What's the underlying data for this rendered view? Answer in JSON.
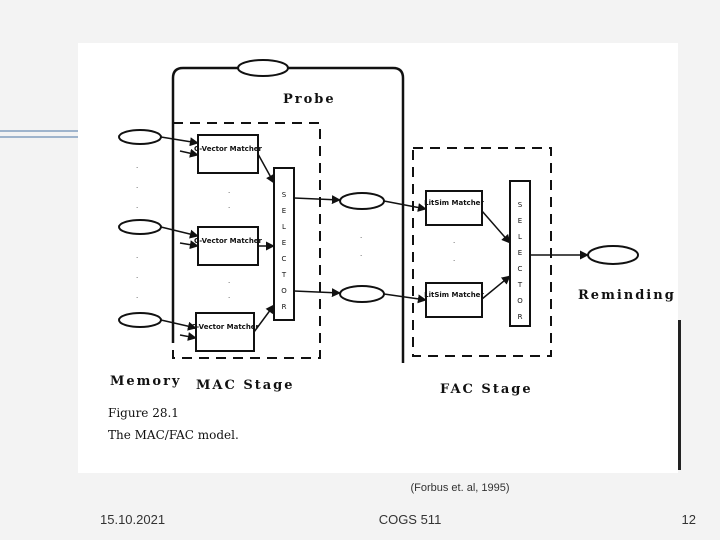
{
  "diagram": {
    "probe_label": "Probe",
    "matchers_left": [
      "C-Vector Matcher",
      "C-Vector Matcher",
      "C-Vector Matcher"
    ],
    "selector_left": [
      "S",
      "E",
      "L",
      "E",
      "C",
      "T",
      "O",
      "R"
    ],
    "matchers_right": [
      "LitSim Matcher",
      "LitSim Matcher"
    ],
    "selector_right": [
      "S",
      "E",
      "L",
      "E",
      "C",
      "T",
      "O",
      "R"
    ],
    "output_label": "Reminding",
    "memory_label": "Memory",
    "mac_stage_label": "MAC Stage",
    "fac_stage_label": "FAC Stage",
    "figure_number": "Figure 28.1",
    "figure_title": "The MAC/FAC model."
  },
  "citation": "(Forbus et. al, 1995)",
  "footer": {
    "date": "15.10.2021",
    "course": "COGS 511",
    "page": "12"
  },
  "colors": {
    "background": "#f3f3f3",
    "panel": "#ffffff",
    "accent": "#9fb4cc",
    "ink": "#111111"
  }
}
